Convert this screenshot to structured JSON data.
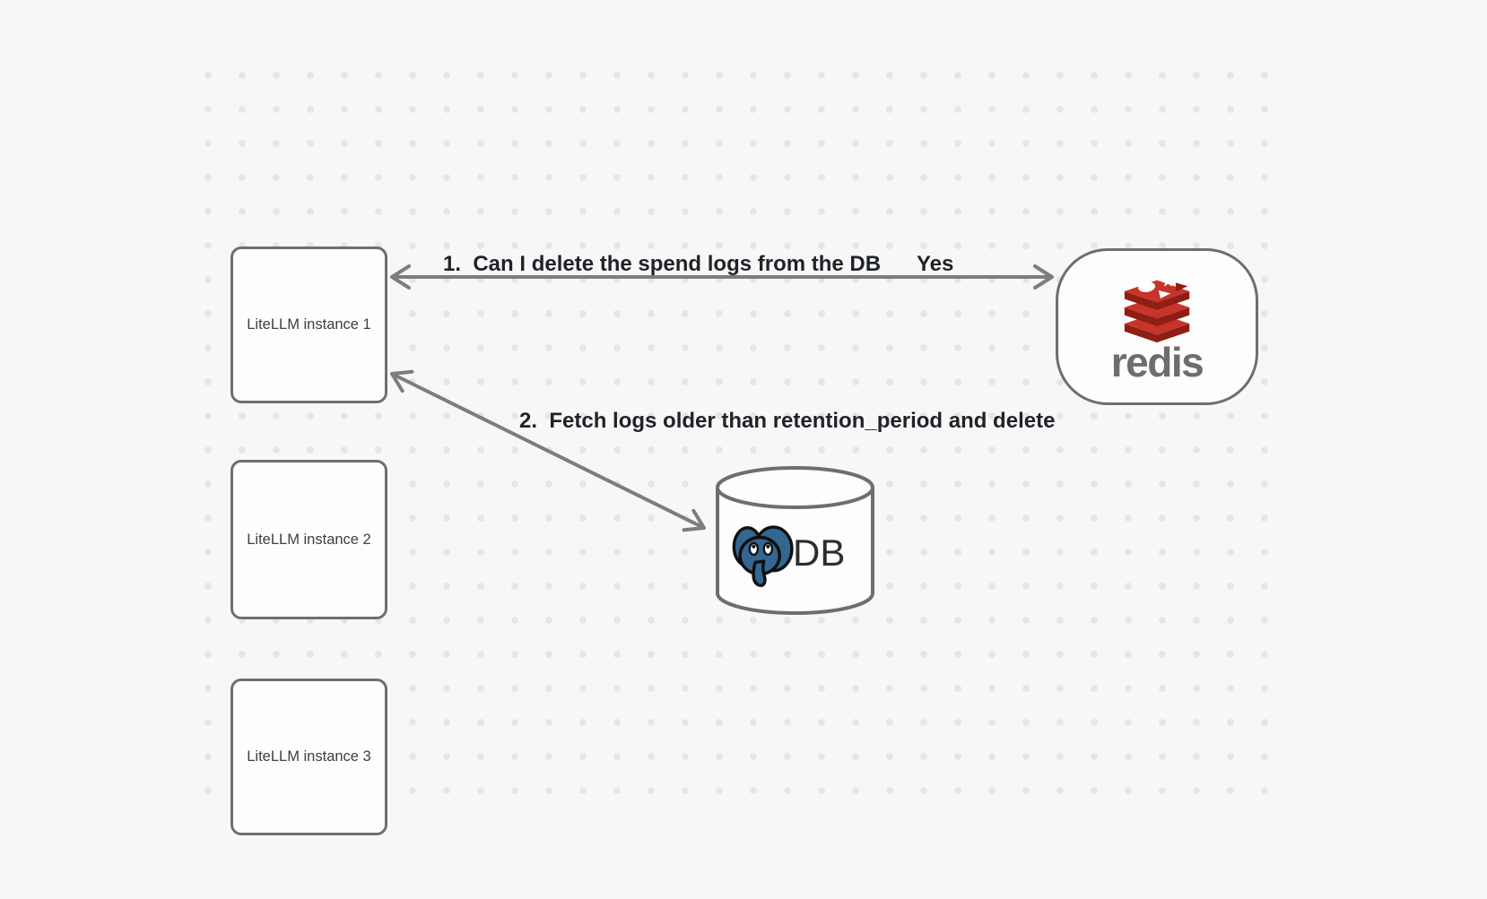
{
  "diagram": {
    "nodes": {
      "instances": [
        {
          "label": "LiteLLM instance 1"
        },
        {
          "label": "LiteLLM instance 2"
        },
        {
          "label": "LiteLLM instance 3"
        }
      ],
      "redis": {
        "wordmark": "redis"
      },
      "db": {
        "label": "DB"
      }
    },
    "edges": {
      "redis_query": {
        "label": "1.  Can I delete the spend logs from the DB",
        "response": "Yes"
      },
      "db_fetch": {
        "label": "2.  Fetch logs older than retention_period and delete"
      }
    }
  },
  "colors": {
    "background": "#f7f7f7",
    "dot": "#e6e6e6",
    "node_border": "#6e6e6e",
    "node_fill": "#fdfdfd",
    "node_text": "#3f3f3f",
    "arrow": "#7d7d7d",
    "label_text": "#1f2328",
    "redis_red": "#C8342A",
    "redis_red_dark": "#8E1F15",
    "redis_wordmark": "#6d6d6d",
    "postgres_blue": "#336791",
    "db_text": "#2d2d2d"
  }
}
